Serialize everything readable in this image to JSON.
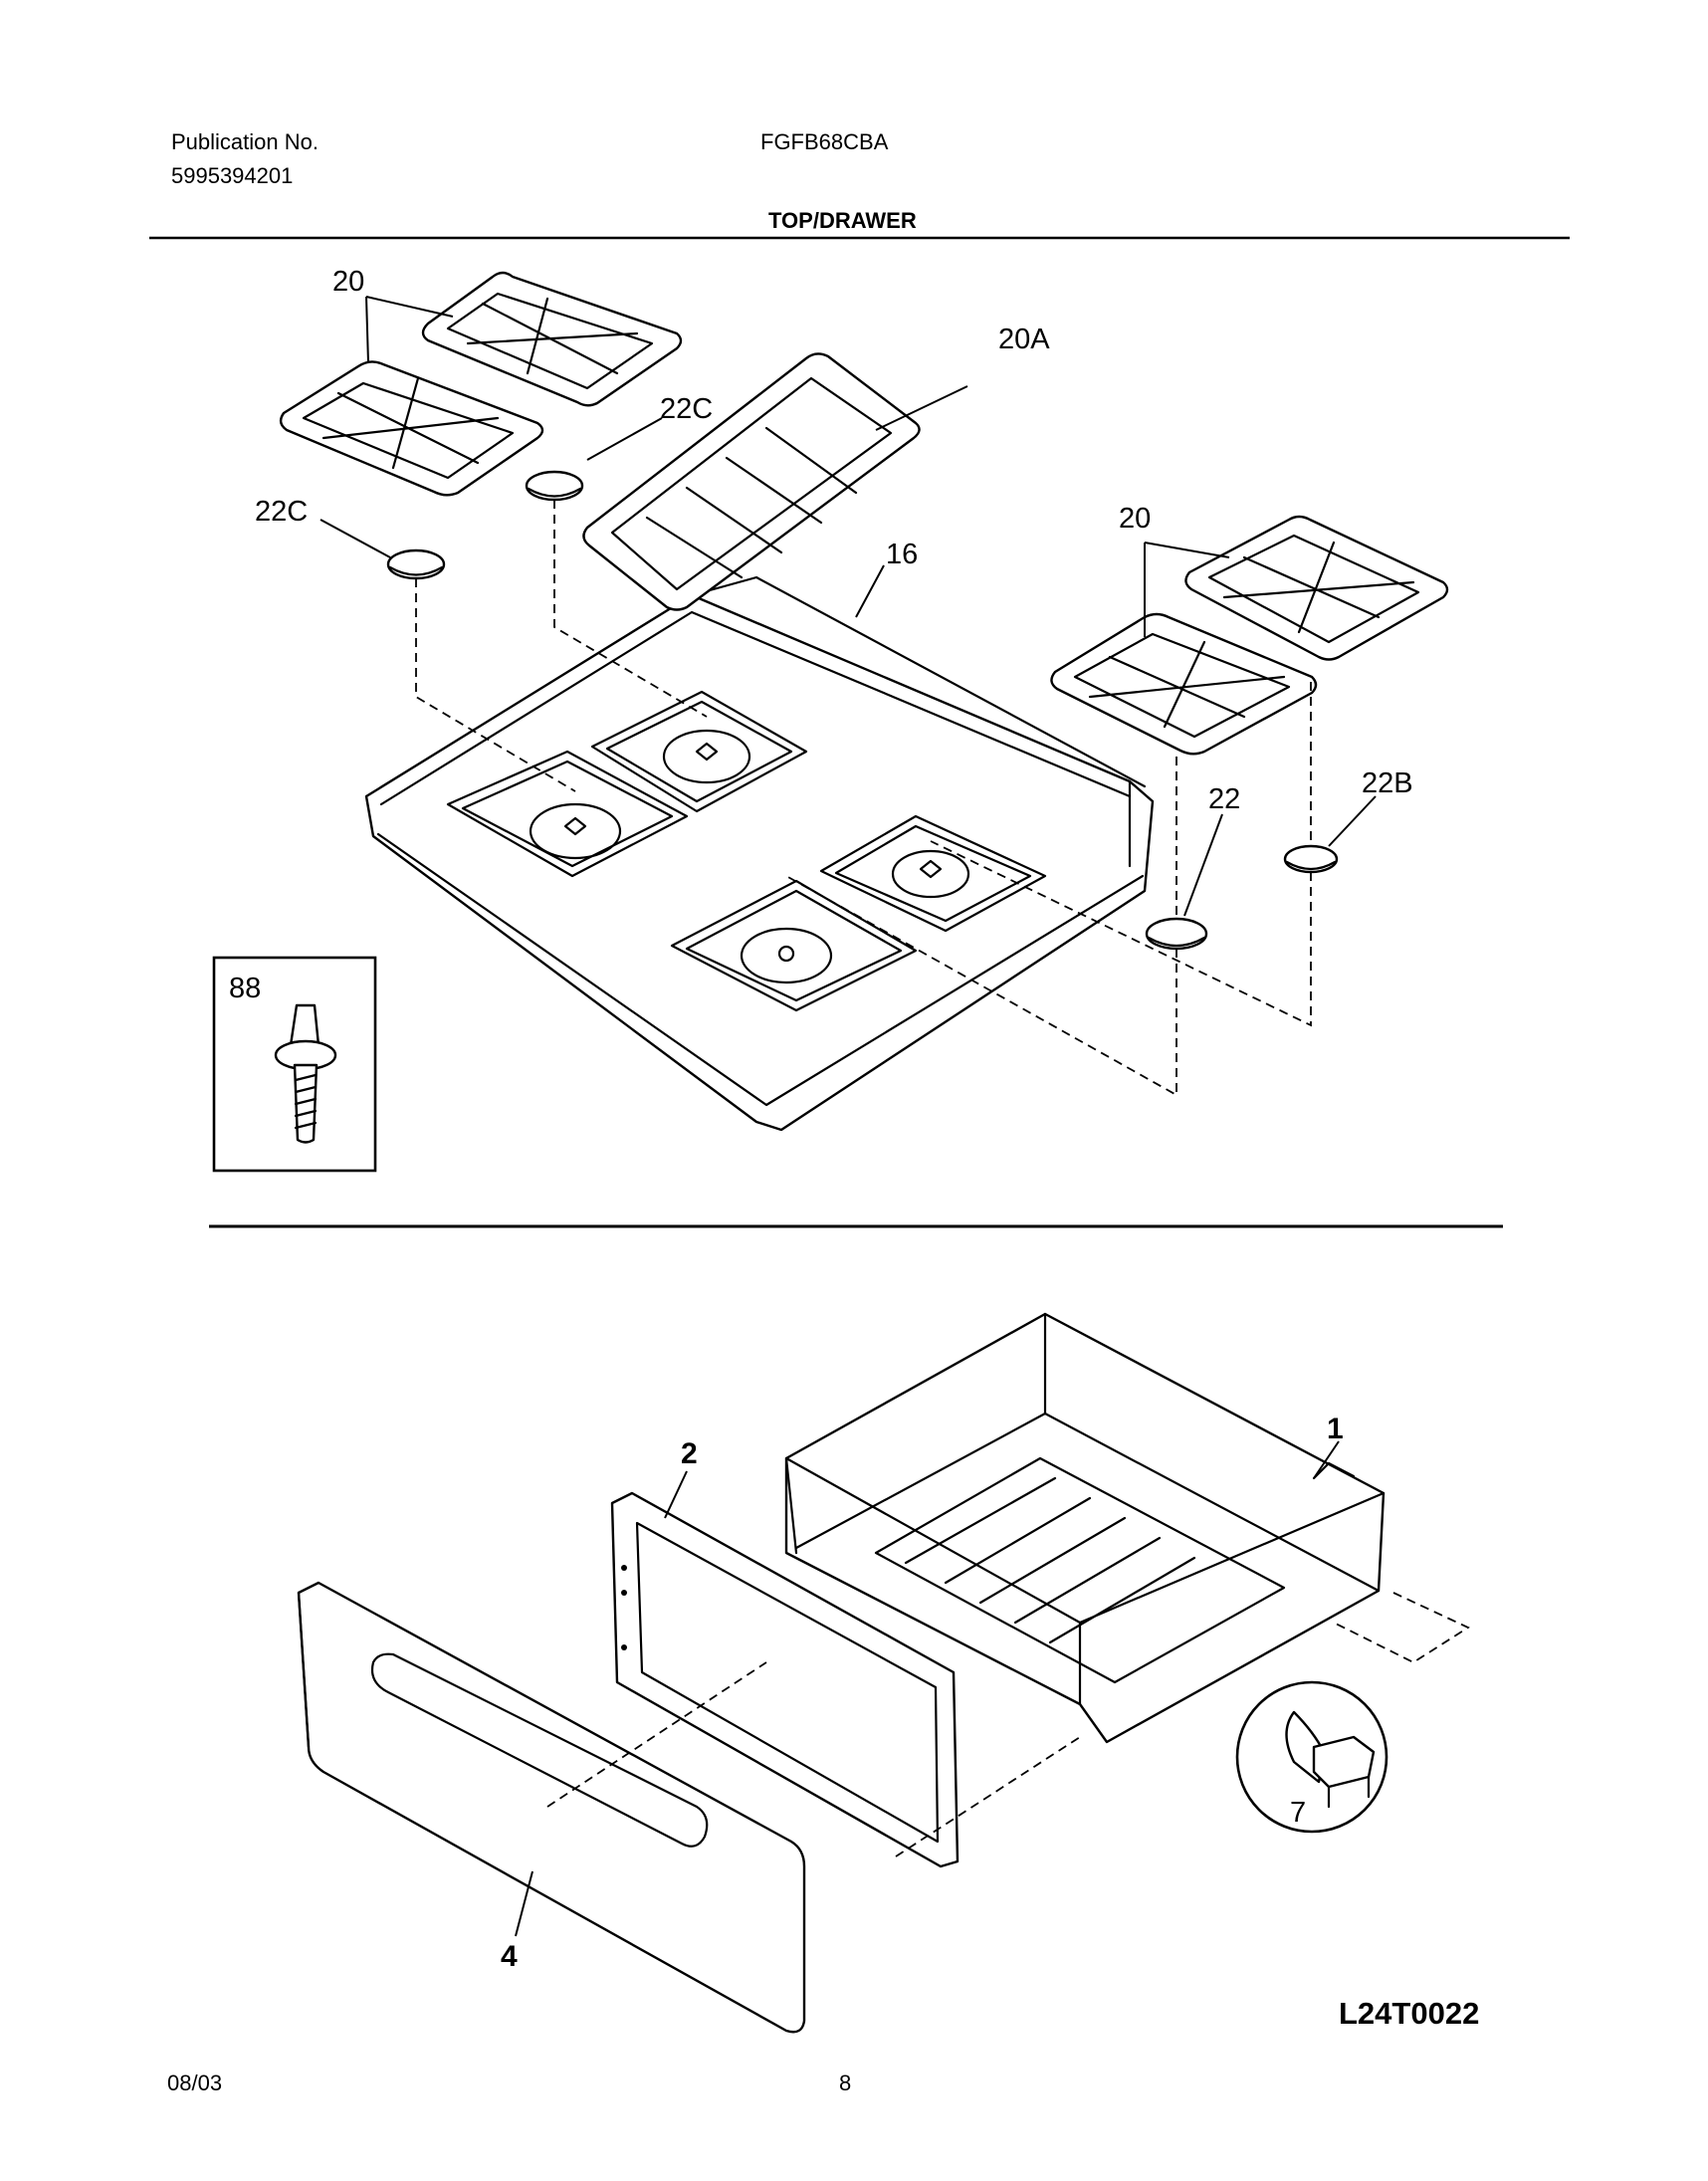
{
  "header": {
    "publication_label": "Publication No.",
    "publication_number": "5995394201",
    "model": "FGFB68CBA",
    "section_title": "TOP/DRAWER"
  },
  "callouts": {
    "grate_left": "20",
    "grate_right": "20",
    "center_grate": "20A",
    "cap_left_front": "22C",
    "cap_left_rear": "22C",
    "cooktop": "16",
    "cap_right_front": "22",
    "cap_right_rear": "22B",
    "screw_box": "88",
    "drawer_body": "1",
    "drawer_inner_panel": "2",
    "drawer_front": "4",
    "roller": "7"
  },
  "footer": {
    "date": "08/03",
    "page": "8",
    "diagram_code": "L24T0022"
  }
}
